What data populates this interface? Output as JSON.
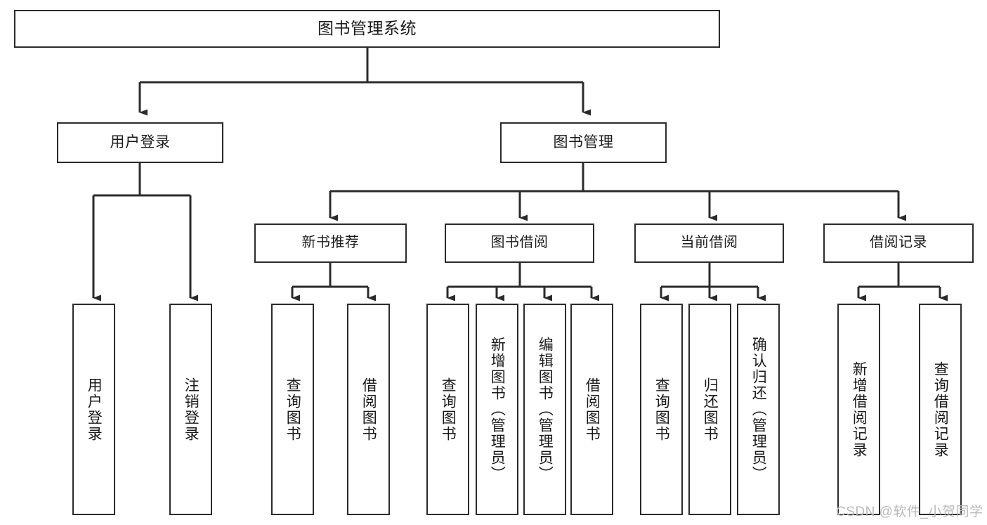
{
  "diagram": {
    "title": "图书管理系统",
    "type": "hierarchy-tree",
    "root": {
      "id": "root",
      "label": "图书管理系统"
    },
    "level1": [
      {
        "id": "user-login",
        "label": "用户登录"
      },
      {
        "id": "book-manage",
        "label": "图书管理"
      }
    ],
    "level2": [
      {
        "id": "new-book-rec",
        "label": "新书推荐",
        "parent": "book-manage"
      },
      {
        "id": "book-borrow",
        "label": "图书借阅",
        "parent": "book-manage"
      },
      {
        "id": "current-borrow",
        "label": "当前借阅",
        "parent": "book-manage"
      },
      {
        "id": "borrow-record",
        "label": "借阅记录",
        "parent": "book-manage"
      }
    ],
    "leaves": [
      {
        "id": "leaf-user-login",
        "label": "用户登录",
        "parent": "user-login"
      },
      {
        "id": "leaf-logout-login",
        "label": "注销登录",
        "parent": "user-login"
      },
      {
        "id": "leaf-query-book-1",
        "label": "查询图书",
        "parent": "new-book-rec"
      },
      {
        "id": "leaf-borrow-book-1",
        "label": "借阅图书",
        "parent": "new-book-rec"
      },
      {
        "id": "leaf-query-book-2",
        "label": "查询图书",
        "parent": "book-borrow"
      },
      {
        "id": "leaf-add-book",
        "label": "新增图书（管理员）",
        "parent": "book-borrow"
      },
      {
        "id": "leaf-edit-book",
        "label": "编辑图书（管理员）",
        "parent": "book-borrow"
      },
      {
        "id": "leaf-borrow-book-2",
        "label": "借阅图书",
        "parent": "book-borrow"
      },
      {
        "id": "leaf-query-book-3",
        "label": "查询图书",
        "parent": "current-borrow"
      },
      {
        "id": "leaf-return-book",
        "label": "归还图书",
        "parent": "current-borrow"
      },
      {
        "id": "leaf-confirm-return",
        "label": "确认归还（管理员）",
        "parent": "current-borrow"
      },
      {
        "id": "leaf-add-record",
        "label": "新增借阅记录",
        "parent": "borrow-record"
      },
      {
        "id": "leaf-query-record",
        "label": "查询借阅记录",
        "parent": "borrow-record"
      }
    ]
  },
  "watermark": {
    "text": "CSDN @软件_小贺同学"
  },
  "colors": {
    "stroke": "#2b2b2b",
    "fill": "#ffffff",
    "text": "#1a1a1a",
    "watermark": "#b9b9b9"
  }
}
